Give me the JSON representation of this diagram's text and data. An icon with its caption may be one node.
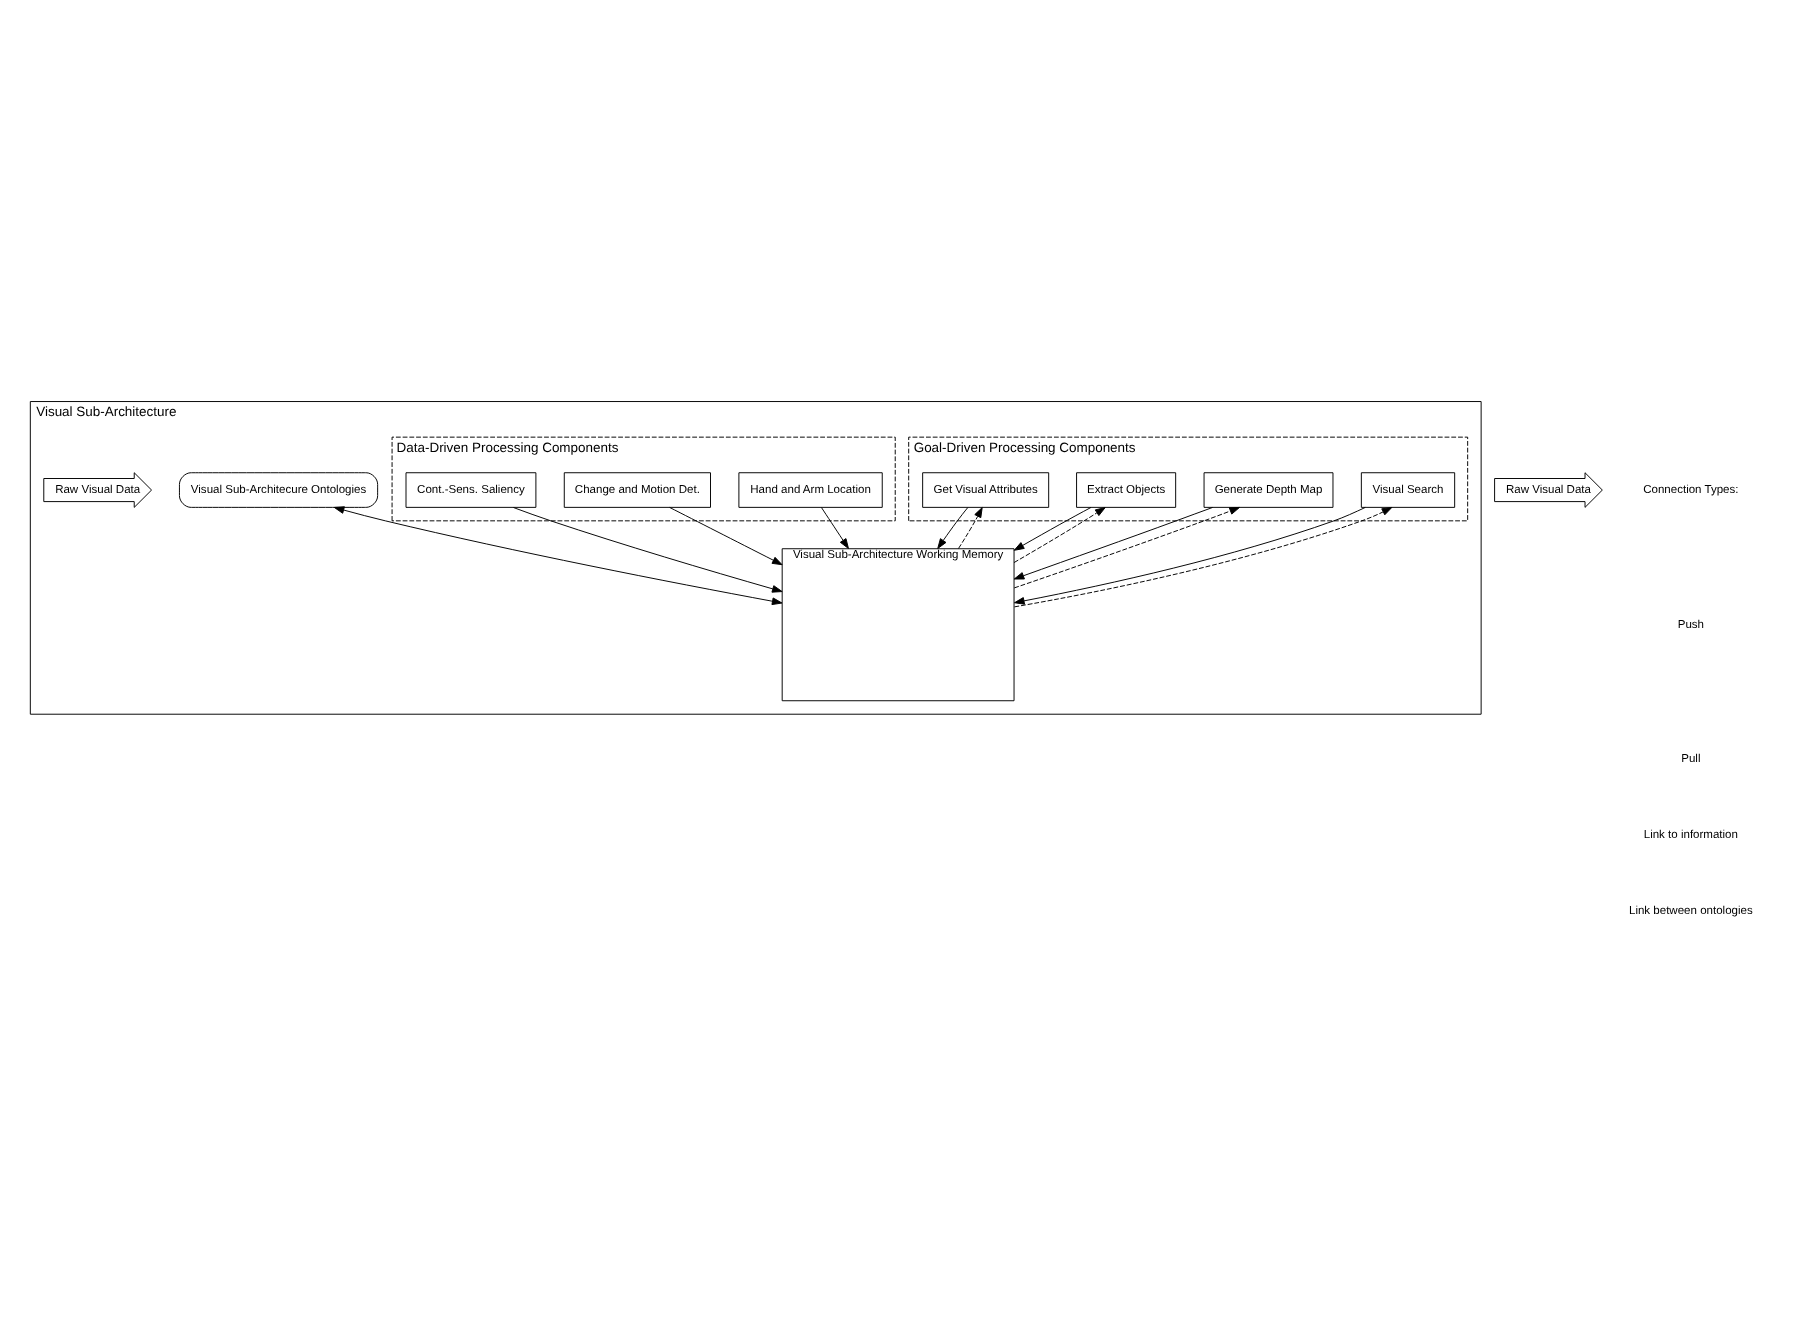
{
  "diagram": {
    "nodes": [
      {
        "text": [
          "Visual Sub-Architecture"
        ]
      },
      {
        "text": [
          "Visual Sub-Architecure Ontologies"
        ],
        "in": 0
      },
      {
        "text": [
          "Visual Sub-Architecture Working Memory"
        ],
        "in": 0
      },
      {
        "text": [
          "Goal-Driven Processing Components"
        ],
        "in": 0
      },
      {
        "text": [
          "Visual Search"
        ],
        "in": 3
      },
      {
        "text": [
          "Generate Depth Map"
        ],
        "in": 3
      },
      {
        "text": [
          "Extract Objects"
        ],
        "in": 3
      },
      {
        "text": [
          "Get Visual Attributes"
        ],
        "in": 3
      },
      {
        "text": [
          "Data-Driven Processing Components"
        ],
        "in": 0
      },
      {
        "text": [
          "Hand and Arm Location"
        ],
        "in": 8
      },
      {
        "text": [
          "Change and Motion Det."
        ],
        "in": 8
      },
      {
        "text": [
          "Cont.-Sens. Saliency"
        ],
        "in": 8
      },
      {
        "text": [
          "Raw Visual Data"
        ]
      },
      {
        "text": [
          "Raw Visual Data"
        ],
        "in": 0
      }
    ],
    "edges": [
      {
        "from": 1,
        "to": 2,
        "arrow": "both"
      },
      {
        "from": 4,
        "to": 2,
        "arrow": "to"
      },
      {
        "from": 2,
        "to": 4,
        "arrow": "to",
        "style": "dashed"
      },
      {
        "from": 5,
        "to": 2,
        "arrow": "to"
      },
      {
        "from": 2,
        "to": 5,
        "arrow": "to",
        "style": "dashed"
      },
      {
        "from": 6,
        "to": 2,
        "arrow": "to"
      },
      {
        "from": 2,
        "to": 6,
        "arrow": "to",
        "style": "dashed"
      },
      {
        "from": 7,
        "to": 2,
        "arrow": "to"
      },
      {
        "from": 2,
        "to": 7,
        "arrow": "to",
        "style": "dashed"
      },
      {
        "from": 9,
        "to": 2,
        "arrow": "to"
      },
      {
        "from": 10,
        "to": 2,
        "arrow": "to"
      },
      {
        "from": 11,
        "to": 2,
        "arrow": "to"
      }
    ],
    "labels": [
      "Connection Types:"
    ],
    "legend": [
      {
        "text": "Push"
      },
      {
        "text": "Pull"
      },
      {
        "text": "Link to information"
      },
      {
        "text": "Link between ontologies"
      }
    ]
  }
}
